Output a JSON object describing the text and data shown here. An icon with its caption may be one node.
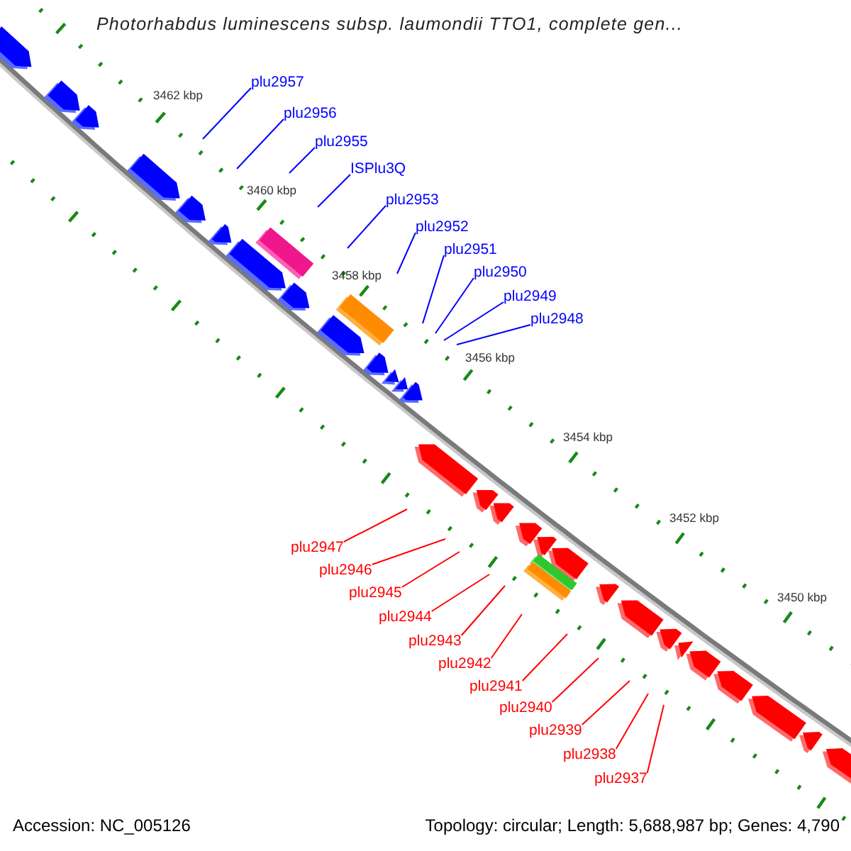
{
  "diagram": {
    "title": "Photorhabdus luminescens subsp. laumondii TTO1, complete gen...",
    "nodes": [
      {
        "text": [
          "plu2957"
        ]
      },
      {
        "text": [
          "plu2956"
        ]
      },
      {
        "text": [
          "plu2955"
        ]
      },
      {
        "text": [
          "ISPlu3Q"
        ]
      },
      {
        "text": [
          "plu2953"
        ]
      },
      {
        "text": [
          "plu2952"
        ]
      },
      {
        "text": [
          "plu2951"
        ]
      },
      {
        "text": [
          "plu2950"
        ]
      },
      {
        "text": [
          "plu2949"
        ]
      },
      {
        "text": [
          "plu2948"
        ]
      },
      {
        "text": [
          "plu2947"
        ]
      },
      {
        "text": [
          "plu2946"
        ]
      },
      {
        "text": [
          "plu2945"
        ]
      },
      {
        "text": [
          "plu2944"
        ]
      },
      {
        "text": [
          "plu2943"
        ]
      },
      {
        "text": [
          "plu2942"
        ]
      },
      {
        "text": [
          "plu2941"
        ]
      },
      {
        "text": [
          "plu2940"
        ]
      },
      {
        "text": [
          "plu2939"
        ]
      },
      {
        "text": [
          "plu2938"
        ]
      },
      {
        "text": [
          "plu2937"
        ]
      }
    ],
    "edges": [
      {
        "from": 0,
        "to": null,
        "arrow": "none",
        "color": "#0000ff"
      },
      {
        "from": 1,
        "to": null,
        "arrow": "none",
        "color": "#0000ff"
      },
      {
        "from": 2,
        "to": null,
        "arrow": "none",
        "color": "#0000ff"
      },
      {
        "from": 3,
        "to": null,
        "arrow": "none",
        "color": "#0000ff"
      },
      {
        "from": 4,
        "to": null,
        "arrow": "none",
        "color": "#0000ff"
      },
      {
        "from": 5,
        "to": null,
        "arrow": "none",
        "color": "#0000ff"
      },
      {
        "from": 6,
        "to": null,
        "arrow": "none",
        "color": "#0000ff"
      },
      {
        "from": 7,
        "to": null,
        "arrow": "none",
        "color": "#0000ff"
      },
      {
        "from": 8,
        "to": null,
        "arrow": "none",
        "color": "#0000ff"
      },
      {
        "from": 9,
        "to": null,
        "arrow": "none",
        "color": "#0000ff"
      },
      {
        "from": 10,
        "to": null,
        "arrow": "none"
      },
      {
        "from": 11,
        "to": null,
        "arrow": "none"
      },
      {
        "from": 12,
        "to": null,
        "arrow": "none"
      },
      {
        "from": 13,
        "to": null,
        "arrow": "none"
      },
      {
        "from": 14,
        "to": null,
        "arrow": "none"
      },
      {
        "from": 15,
        "to": null,
        "arrow": "none"
      },
      {
        "from": 16,
        "to": null,
        "arrow": "none"
      },
      {
        "from": 17,
        "to": null,
        "arrow": "none"
      },
      {
        "from": 18,
        "to": null,
        "arrow": "none"
      },
      {
        "from": 19,
        "to": null,
        "arrow": "none"
      },
      {
        "from": 20,
        "to": null,
        "arrow": "none"
      }
    ],
    "labels": [
      "3462 kbp",
      "3460 kbp",
      "3458 kbp",
      "3456 kbp",
      "3454 kbp",
      "3452 kbp",
      "3450 kbp",
      "Accession: NC_005126",
      "Topology: circular; Length: 5,688,987 bp; Genes: 4,790"
    ]
  }
}
